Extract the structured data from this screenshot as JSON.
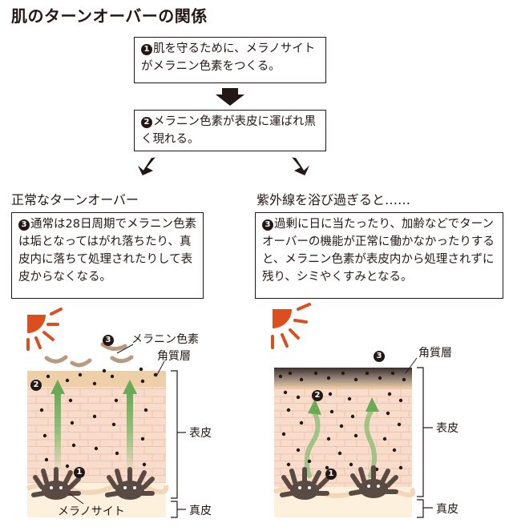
{
  "title": "肌のターンオーバーの関係",
  "steps": {
    "step1": {
      "num": "1",
      "text": "肌を守るために、メラノサイトがメラニン色素をつくる。"
    },
    "step2": {
      "num": "2",
      "text": "メラニン色素が表皮に運ばれ黒く現れる。"
    }
  },
  "left": {
    "heading": "正常なターンオーバー",
    "num": "3",
    "text": "通常は28日周期でメラニン色素は垢となってはがれ落ちたり、真皮内に落ちて処理されたりして表皮からなくなる。",
    "labels": {
      "melanin": "メラニン色素",
      "stratum": "角質層",
      "epidermis": "表皮",
      "dermis": "真皮",
      "melanocyte": "メラノサイト"
    },
    "markers": [
      "1",
      "2",
      "3"
    ]
  },
  "right": {
    "heading": "紫外線を浴び過ぎると……",
    "num": "3",
    "text": "過剰に日に当たったり、加齢などでターンオーバーの機能が正常に働かなかったりすると、メラニン色素が表皮内から処理されずに残り、シミやくすみとなる。",
    "labels": {
      "stratum": "角質層",
      "epidermis": "表皮",
      "dermis": "真皮"
    },
    "markers": [
      "1",
      "2",
      "3"
    ]
  },
  "colors": {
    "sun": "#d9501e",
    "skin": "#f7d6c4",
    "stratum": "#eecfa8",
    "dermis": "#fdf0dc",
    "arrow": "#7fb86a",
    "melanocyte": "#5a4a44"
  }
}
